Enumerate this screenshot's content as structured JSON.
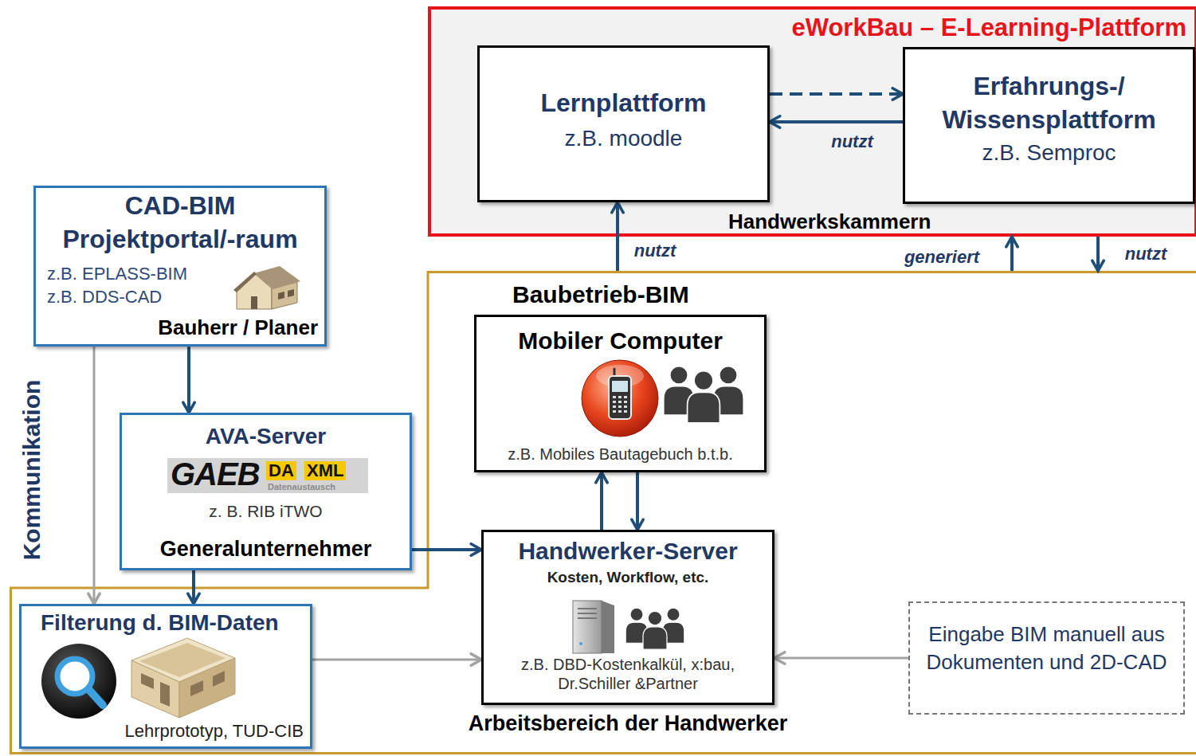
{
  "diagram": {
    "nodes": [
      {
        "text": [
          "eWorkBau – E-Learning-Plattform",
          "Handwerkskammern"
        ]
      },
      {
        "text": [
          "Lernplattform",
          "z.B. moodle"
        ],
        "in": 0
      },
      {
        "text": [
          "Erfahrungs-/ Wissensplattform",
          "z.B. Semproc"
        ],
        "in": 0
      },
      {
        "text": [
          "CAD-BIM Projektportal/-raum",
          "z.B. EPLASS-BIM z.B. DDS-CAD",
          "Bauherr / Planer"
        ]
      },
      {
        "text": [
          "Baubetrieb-BIM"
        ]
      },
      {
        "text": [
          "Mobiler Computer",
          "z.B. Mobiles Bautagebuch b.t.b."
        ],
        "in": 4
      },
      {
        "text": [
          "AVA-Server",
          "z. B. RIB iTWO",
          "Generalunternehmer"
        ]
      },
      {
        "text": [
          "Filterung d. BIM-Daten",
          "Lehrprototyp, TUD-CIB"
        ],
        "in": 4
      },
      {
        "text": [
          "Handwerker-Server",
          "Kosten, Workflow, etc.",
          "z.B. DBD-Kostenkalkül, x:bau, Dr.Schiller &Partner",
          "Arbeitsbereich der Handwerker"
        ],
        "in": 4
      },
      {
        "text": [
          "Eingabe BIM manuell aus Dokumenten und 2D-CAD"
        ],
        "in": 4
      }
    ],
    "edges": [
      {
        "from": 1,
        "to": 2,
        "arrow": "to"
      },
      {
        "from": 2,
        "to": 1,
        "label": "nutzt",
        "arrow": "to"
      },
      {
        "from": 4,
        "to": 1,
        "label": "nutzt",
        "arrow": "to"
      },
      {
        "from": 4,
        "to": 0,
        "label": "generiert",
        "arrow": "to"
      },
      {
        "from": 0,
        "to": 4,
        "label": "nutzt",
        "arrow": "to"
      },
      {
        "from": 3,
        "to": 6,
        "arrow": "to"
      },
      {
        "from": 3,
        "to": 7,
        "arrow": "to"
      },
      {
        "from": 6,
        "to": 7,
        "arrow": "to"
      },
      {
        "from": 6,
        "to": 8,
        "arrow": "to"
      },
      {
        "from": 7,
        "to": 8,
        "arrow": "to"
      },
      {
        "from": 5,
        "to": 8,
        "arrow": "to"
      },
      {
        "from": 8,
        "to": 5,
        "arrow": "to"
      },
      {
        "from": 9,
        "to": 8,
        "arrow": "to"
      }
    ],
    "labels": [
      "Kommunikation",
      "GAEB",
      "DA",
      "XML",
      "Datenaustausch"
    ]
  }
}
